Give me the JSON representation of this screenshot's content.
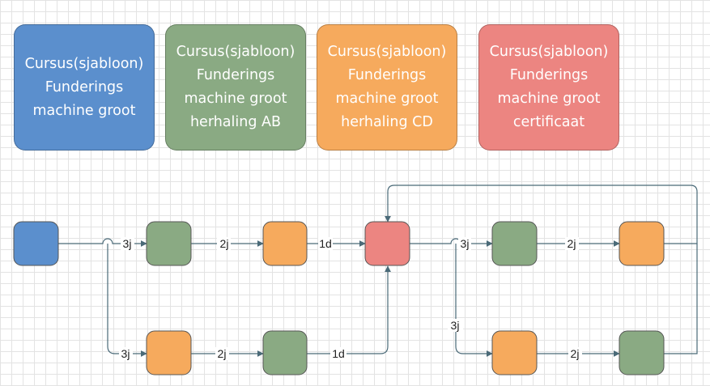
{
  "colors": {
    "blue": "#5b8fcd",
    "green": "#8aaa83",
    "orange": "#f6aa5d",
    "red": "#ec8581"
  },
  "legend": [
    {
      "color": "blue",
      "lines": [
        "Cursus(sjabloon)",
        "Funderings",
        "machine groot"
      ]
    },
    {
      "color": "green",
      "lines": [
        "Cursus(sjabloon)",
        "Funderings",
        "machine groot",
        "herhaling AB"
      ]
    },
    {
      "color": "orange",
      "lines": [
        "Cursus(sjabloon)",
        "Funderings",
        "machine groot",
        "herhaling CD"
      ]
    },
    {
      "color": "red",
      "lines": [
        "Cursus(sjabloon)",
        "Funderings",
        "machine groot",
        "certificaat"
      ]
    }
  ],
  "edge_labels": {
    "l1": "3j",
    "l2": "2j",
    "l3": "1d",
    "l4": "3j",
    "l5": "2j",
    "l6": "1d",
    "l7": "3j",
    "l8": "2j",
    "l9": "3j",
    "l10": "2j"
  }
}
